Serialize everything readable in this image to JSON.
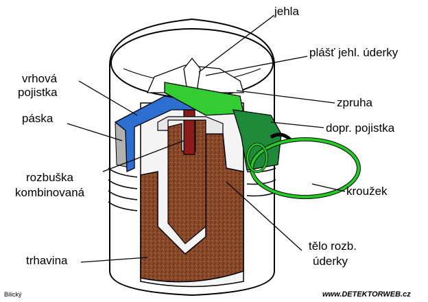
{
  "labels": {
    "jehla": "jehla",
    "plast": "plášť jehl. úderky",
    "vrhova_1": "vrhová",
    "vrhova_2": "pojistka",
    "zpruha": "zpruha",
    "paska": "páska",
    "dopr": "dopr. pojistka",
    "rozbuska_1": "rozbuška",
    "rozbuska_2": "kombinovaná",
    "krouzek": "kroužek",
    "telo_1": "tělo rozb.",
    "telo_2": "úderky",
    "trhavina": "trhavina"
  },
  "credit": "Bilický",
  "watermark": "www.DETEKTORWEB.cz",
  "colors": {
    "explosive": "#8a4a2a",
    "detonator": "#8b1a1a",
    "safety_lever": "#2d6fd0",
    "spring_green": "#33cc33",
    "transport_pin": "#1f8a3a",
    "ring": "#22cc22",
    "strip": "#b0b0b0"
  }
}
